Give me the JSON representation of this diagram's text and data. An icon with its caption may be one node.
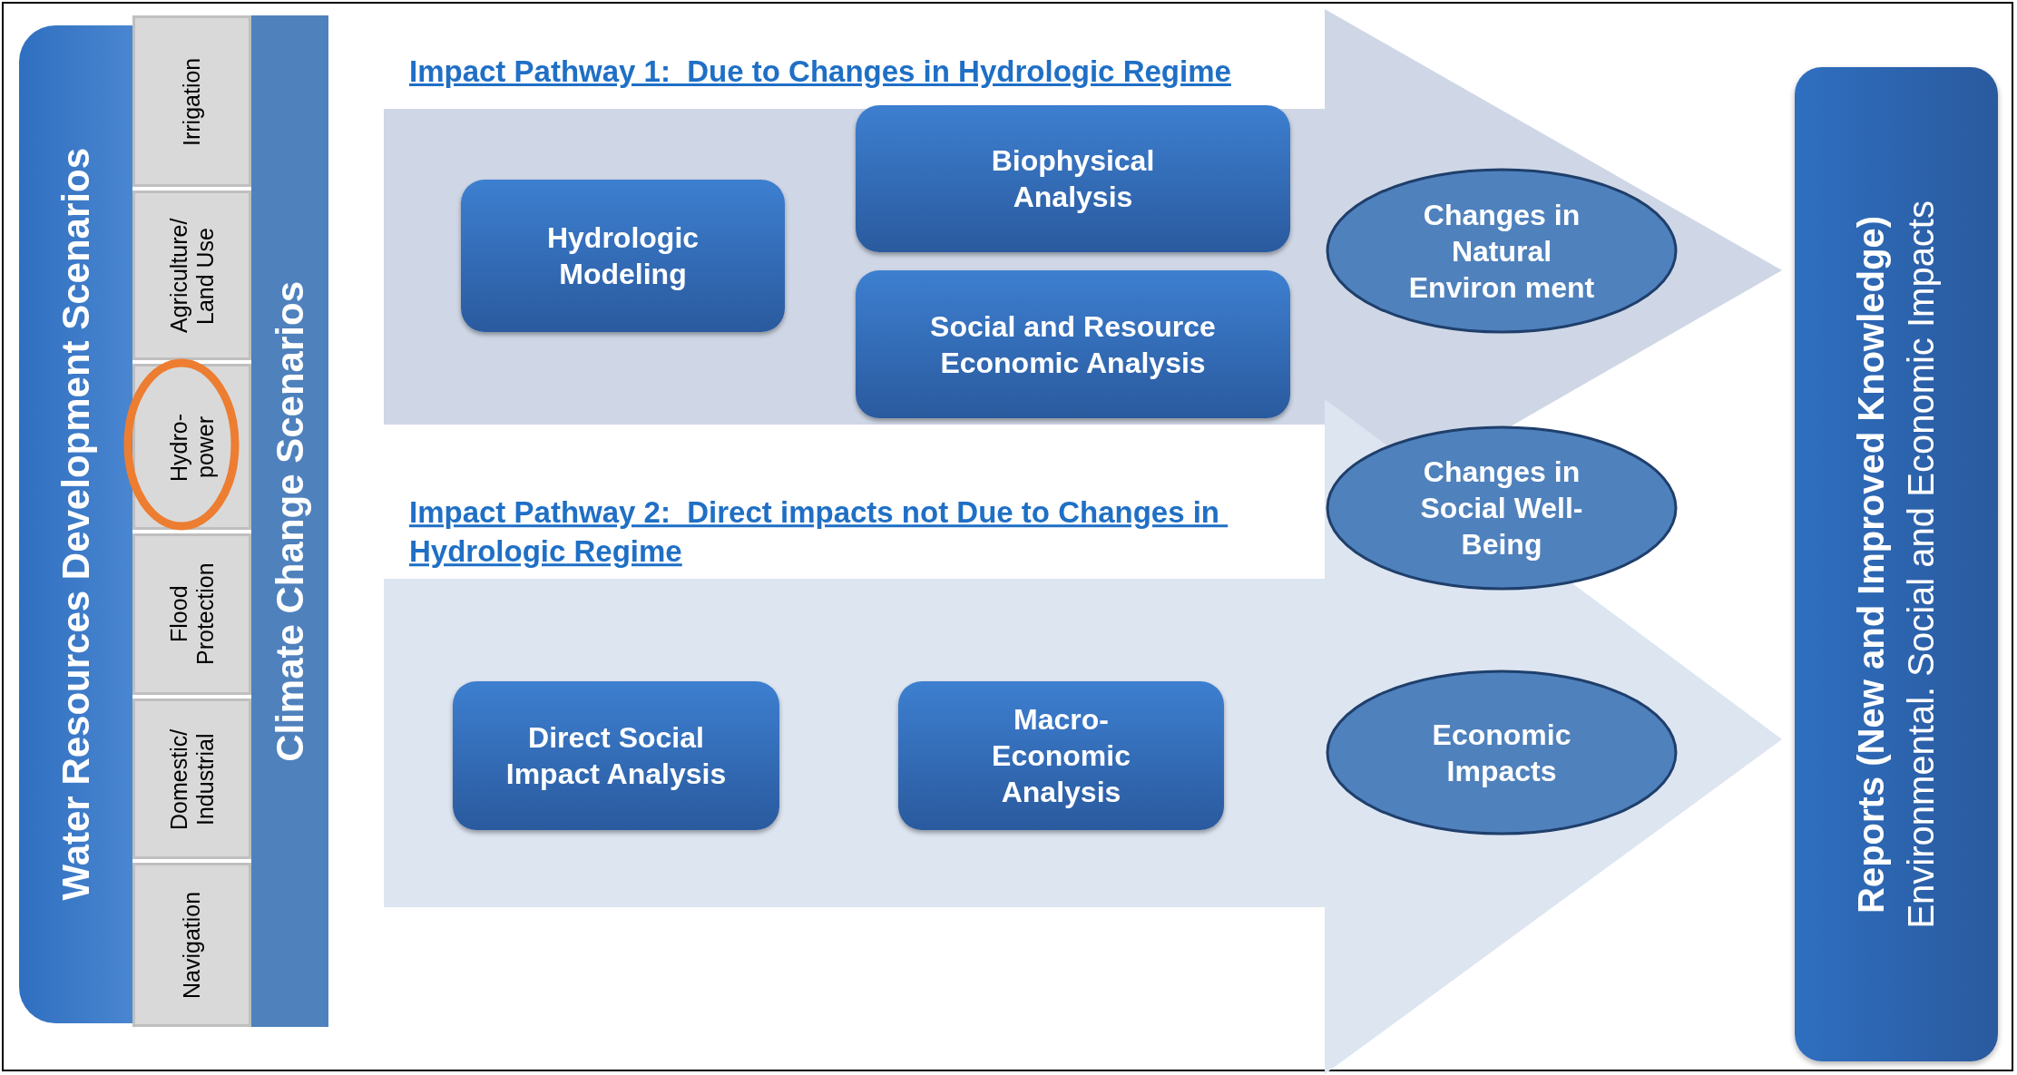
{
  "diagram": {
    "nodes": [
      {
        "text": [
          "Water Resources Development Scenarios"
        ]
      },
      {
        "text": [
          "Irrigation"
        ]
      },
      {
        "text": [
          "Agriculture/ Land Use"
        ]
      },
      {
        "text": [
          "Hydro- power"
        ]
      },
      {
        "text": [
          "Flood Protection"
        ]
      },
      {
        "text": [
          "Domestic/ Industrial"
        ]
      },
      {
        "text": [
          "Navigation"
        ]
      },
      {
        "text": [
          "Climate Change Scenarios"
        ]
      },
      {
        "text": [
          "Impact Pathway 1:  Due to Changes in Hydrologic Regime"
        ]
      },
      {
        "text": [
          "Hydrologic Modeling"
        ],
        "in": 8
      },
      {
        "text": [
          "Biophysical Analysis"
        ],
        "in": 8
      },
      {
        "text": [
          "Social and Resource Economic Analysis"
        ],
        "in": 8
      },
      {
        "text": [
          "Changes in Natural Environ ment"
        ],
        "in": 8
      },
      {
        "text": [
          "Changes in Social Well-Being"
        ]
      },
      {
        "text": [
          "Impact Pathway 2:  Direct impacts not Due to Changes in Hydrologic Regime"
        ]
      },
      {
        "text": [
          "Direct Social Impact Analysis"
        ],
        "in": 14
      },
      {
        "text": [
          "Macro- Economic Analysis"
        ],
        "in": 14
      },
      {
        "text": [
          "Economic Impacts"
        ],
        "in": 14
      },
      {
        "text": [
          "Reports (New and Improved Knowledge)",
          "Environmental. Social and Economic Impacts"
        ]
      }
    ]
  }
}
